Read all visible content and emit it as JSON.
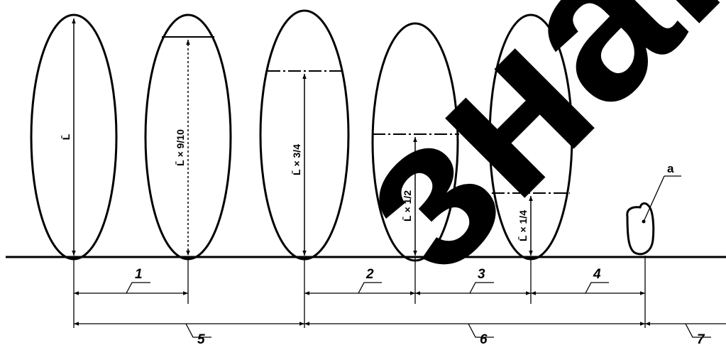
{
  "figure": {
    "grains": [
      {
        "label": "L̄"
      },
      {
        "label": "L̄ × 9/10"
      },
      {
        "label": "L̄ × 3/4"
      },
      {
        "label": "L̄ × 1/2"
      },
      {
        "label": "L̄ × 1/4"
      }
    ],
    "zones": [
      "1",
      "2",
      "3",
      "4"
    ],
    "groups": [
      "5",
      "6",
      "7"
    ],
    "callout": "a"
  },
  "watermark": {
    "text": "знак"
  }
}
